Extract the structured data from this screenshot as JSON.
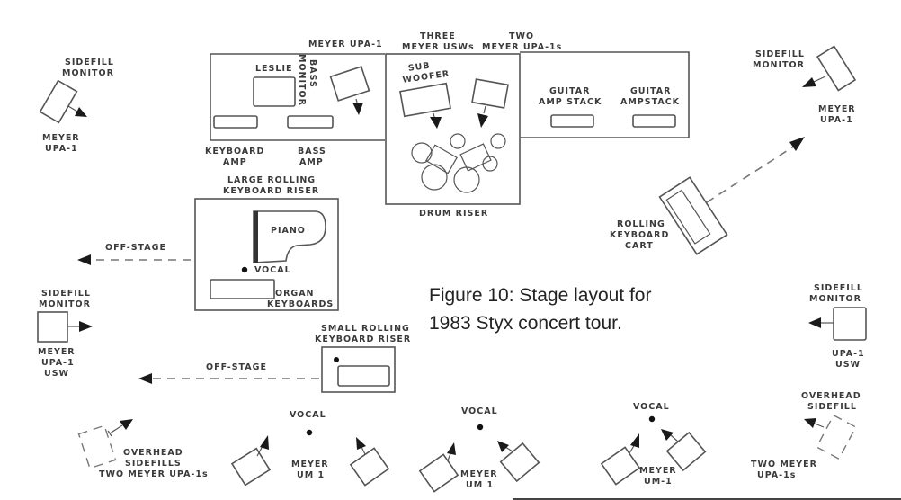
{
  "caption": {
    "line1": "Figure 10: Stage layout for",
    "line2": "1983 Styx concert tour."
  },
  "labels": {
    "sidefill_monitor_tl_1": "SIDEFILL",
    "sidefill_monitor_tl_2": "MONITOR",
    "meyer_upa1_tl_1": "MEYER",
    "meyer_upa1_tl_2": "UPA-1",
    "meyer_upa1_top": "MEYER UPA-1",
    "three_meyer_usws_1": "THREE",
    "three_meyer_usws_2": "MEYER USWs",
    "two_meyer_upa1s_1": "TWO",
    "two_meyer_upa1s_2": "MEYER UPA-1s",
    "leslie": "LESLIE",
    "bass_monitor_1": "BASS",
    "bass_monitor_2": "MONITOR",
    "keyboard_amp_1": "KEYBOARD",
    "keyboard_amp_2": "AMP",
    "bass_amp_1": "BASS",
    "bass_amp_2": "AMP",
    "sub_woofer_1": "SUB",
    "sub_woofer_2": "WOOFER",
    "drum_riser": "DRUM RISER",
    "guitar_amp_stack_a_1": "GUITAR",
    "guitar_amp_stack_a_2": "AMP STACK",
    "guitar_amp_stack_b_1": "GUITAR",
    "guitar_amp_stack_b_2": "AMPSTACK",
    "sidefill_monitor_tr_1": "SIDEFILL",
    "sidefill_monitor_tr_2": "MONITOR",
    "meyer_upa1_tr_1": "MEYER",
    "meyer_upa1_tr_2": "UPA-1",
    "rolling_keyboard_cart_1": "ROLLING",
    "rolling_keyboard_cart_2": "KEYBOARD",
    "rolling_keyboard_cart_3": "CART",
    "large_riser_1": "LARGE ROLLING",
    "large_riser_2": "KEYBOARD RISER",
    "piano": "PIANO",
    "vocal_riser": "VOCAL",
    "organ_keyboards_1": "ORGAN",
    "organ_keyboards_2": "KEYBOARDS",
    "off_stage_upper": "OFF-STAGE",
    "off_stage_lower": "OFF-STAGE",
    "sidefill_monitor_ml_1": "SIDEFILL",
    "sidefill_monitor_ml_2": "MONITOR",
    "meyer_upa1_usw_ml_1": "MEYER",
    "meyer_upa1_usw_ml_2": "UPA-1",
    "meyer_upa1_usw_ml_3": "USW",
    "small_riser_1": "SMALL ROLLING",
    "small_riser_2": "KEYBOARD RISER",
    "sidefill_monitor_mr_1": "SIDEFILL",
    "sidefill_monitor_mr_2": "MONITOR",
    "upa1_usw_mr_1": "UPA-1",
    "upa1_usw_mr_2": "USW",
    "overhead_sidefill_r_1": "OVERHEAD",
    "overhead_sidefill_r_2": "SIDEFILL",
    "two_meyer_upa1s_r_1": "TWO MEYER",
    "two_meyer_upa1s_r_2": "UPA-1s",
    "overhead_sidefills_l_1": "OVERHEAD",
    "overhead_sidefills_l_2": "SIDEFILLS",
    "overhead_sidefills_l_3": "TWO MEYER UPA-1s",
    "vocal_1": "VOCAL",
    "vocal_2": "VOCAL",
    "vocal_3": "VOCAL",
    "meyer_um1_1a": "MEYER",
    "meyer_um1_1b": "UM 1",
    "meyer_um1_2a": "MEYER",
    "meyer_um1_2b": "UM 1",
    "meyer_um1_3a": "MEYER",
    "meyer_um1_3b": "UM-1"
  }
}
